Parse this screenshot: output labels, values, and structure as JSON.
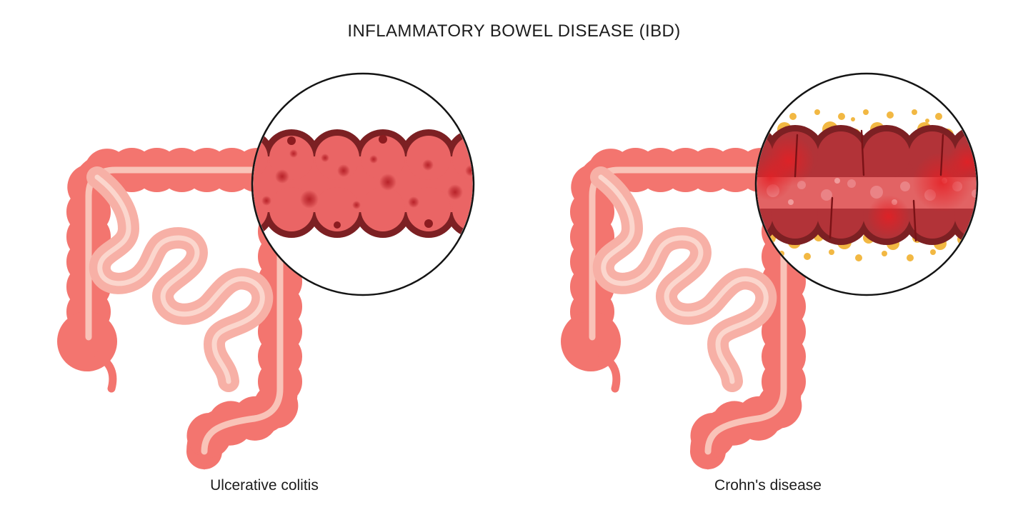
{
  "title": "INFLAMMATORY BOWEL DISEASE (IBD)",
  "panels": [
    {
      "label": "Ulcerative colitis"
    },
    {
      "label": "Crohn's disease"
    }
  ],
  "palette": {
    "bg": "#ffffff",
    "text": "#1c1c1c",
    "colon-main": "#f3756f",
    "colon-highlight": "#f9c3b8",
    "small-intestine": "#f7b0a6",
    "small-intestine-highlight": "#fbd6cd",
    "circle-border": "#141414",
    "bowel-dark-rim": "#7c2023",
    "uc-fill": "#ea6565",
    "uc-spot": "#b51f26",
    "crohn-wall": "#b23338",
    "crohn-lumen": "#e26364",
    "lumen-blotch": "#ea8386",
    "lumen-blotch-light": "#f09c9c",
    "fat-yellow": "#f2b843",
    "inflammation": "#e51f24",
    "fissure": "#7a1216"
  }
}
